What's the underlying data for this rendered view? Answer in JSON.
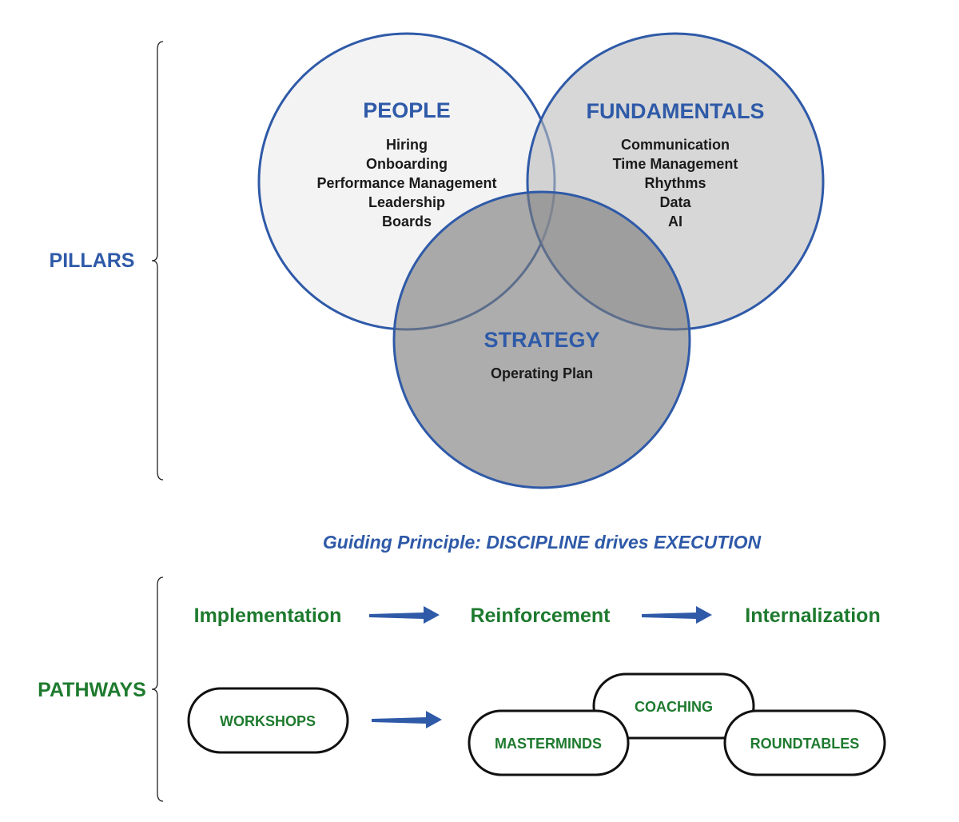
{
  "pillars": {
    "label": "PILLARS",
    "circles": [
      {
        "id": "people",
        "title": "PEOPLE",
        "items": [
          "Hiring",
          "Onboarding",
          "Performance Management",
          "Leadership",
          "Boards"
        ]
      },
      {
        "id": "fundamentals",
        "title": "FUNDAMENTALS",
        "items": [
          "Communication",
          "Time Management",
          "Rhythms",
          "Data",
          "AI"
        ]
      },
      {
        "id": "strategy",
        "title": "STRATEGY",
        "items": [
          "Operating Plan"
        ]
      }
    ]
  },
  "principle": {
    "text": "Guiding Principle: DISCIPLINE drives EXECUTION"
  },
  "pathways": {
    "label": "PATHWAYS",
    "stages": [
      "Implementation",
      "Reinforcement",
      "Internalization"
    ],
    "pills": [
      "WORKSHOPS",
      "COACHING",
      "MASTERMINDS",
      "ROUNDTABLES"
    ]
  },
  "colors": {
    "blue": "#2f5aa8",
    "green": "#1e7a2e",
    "people_fill": "#f2f2f3",
    "fundamentals_fill": "#d9d9d9",
    "strategy_fill": "#a9a9a9"
  }
}
